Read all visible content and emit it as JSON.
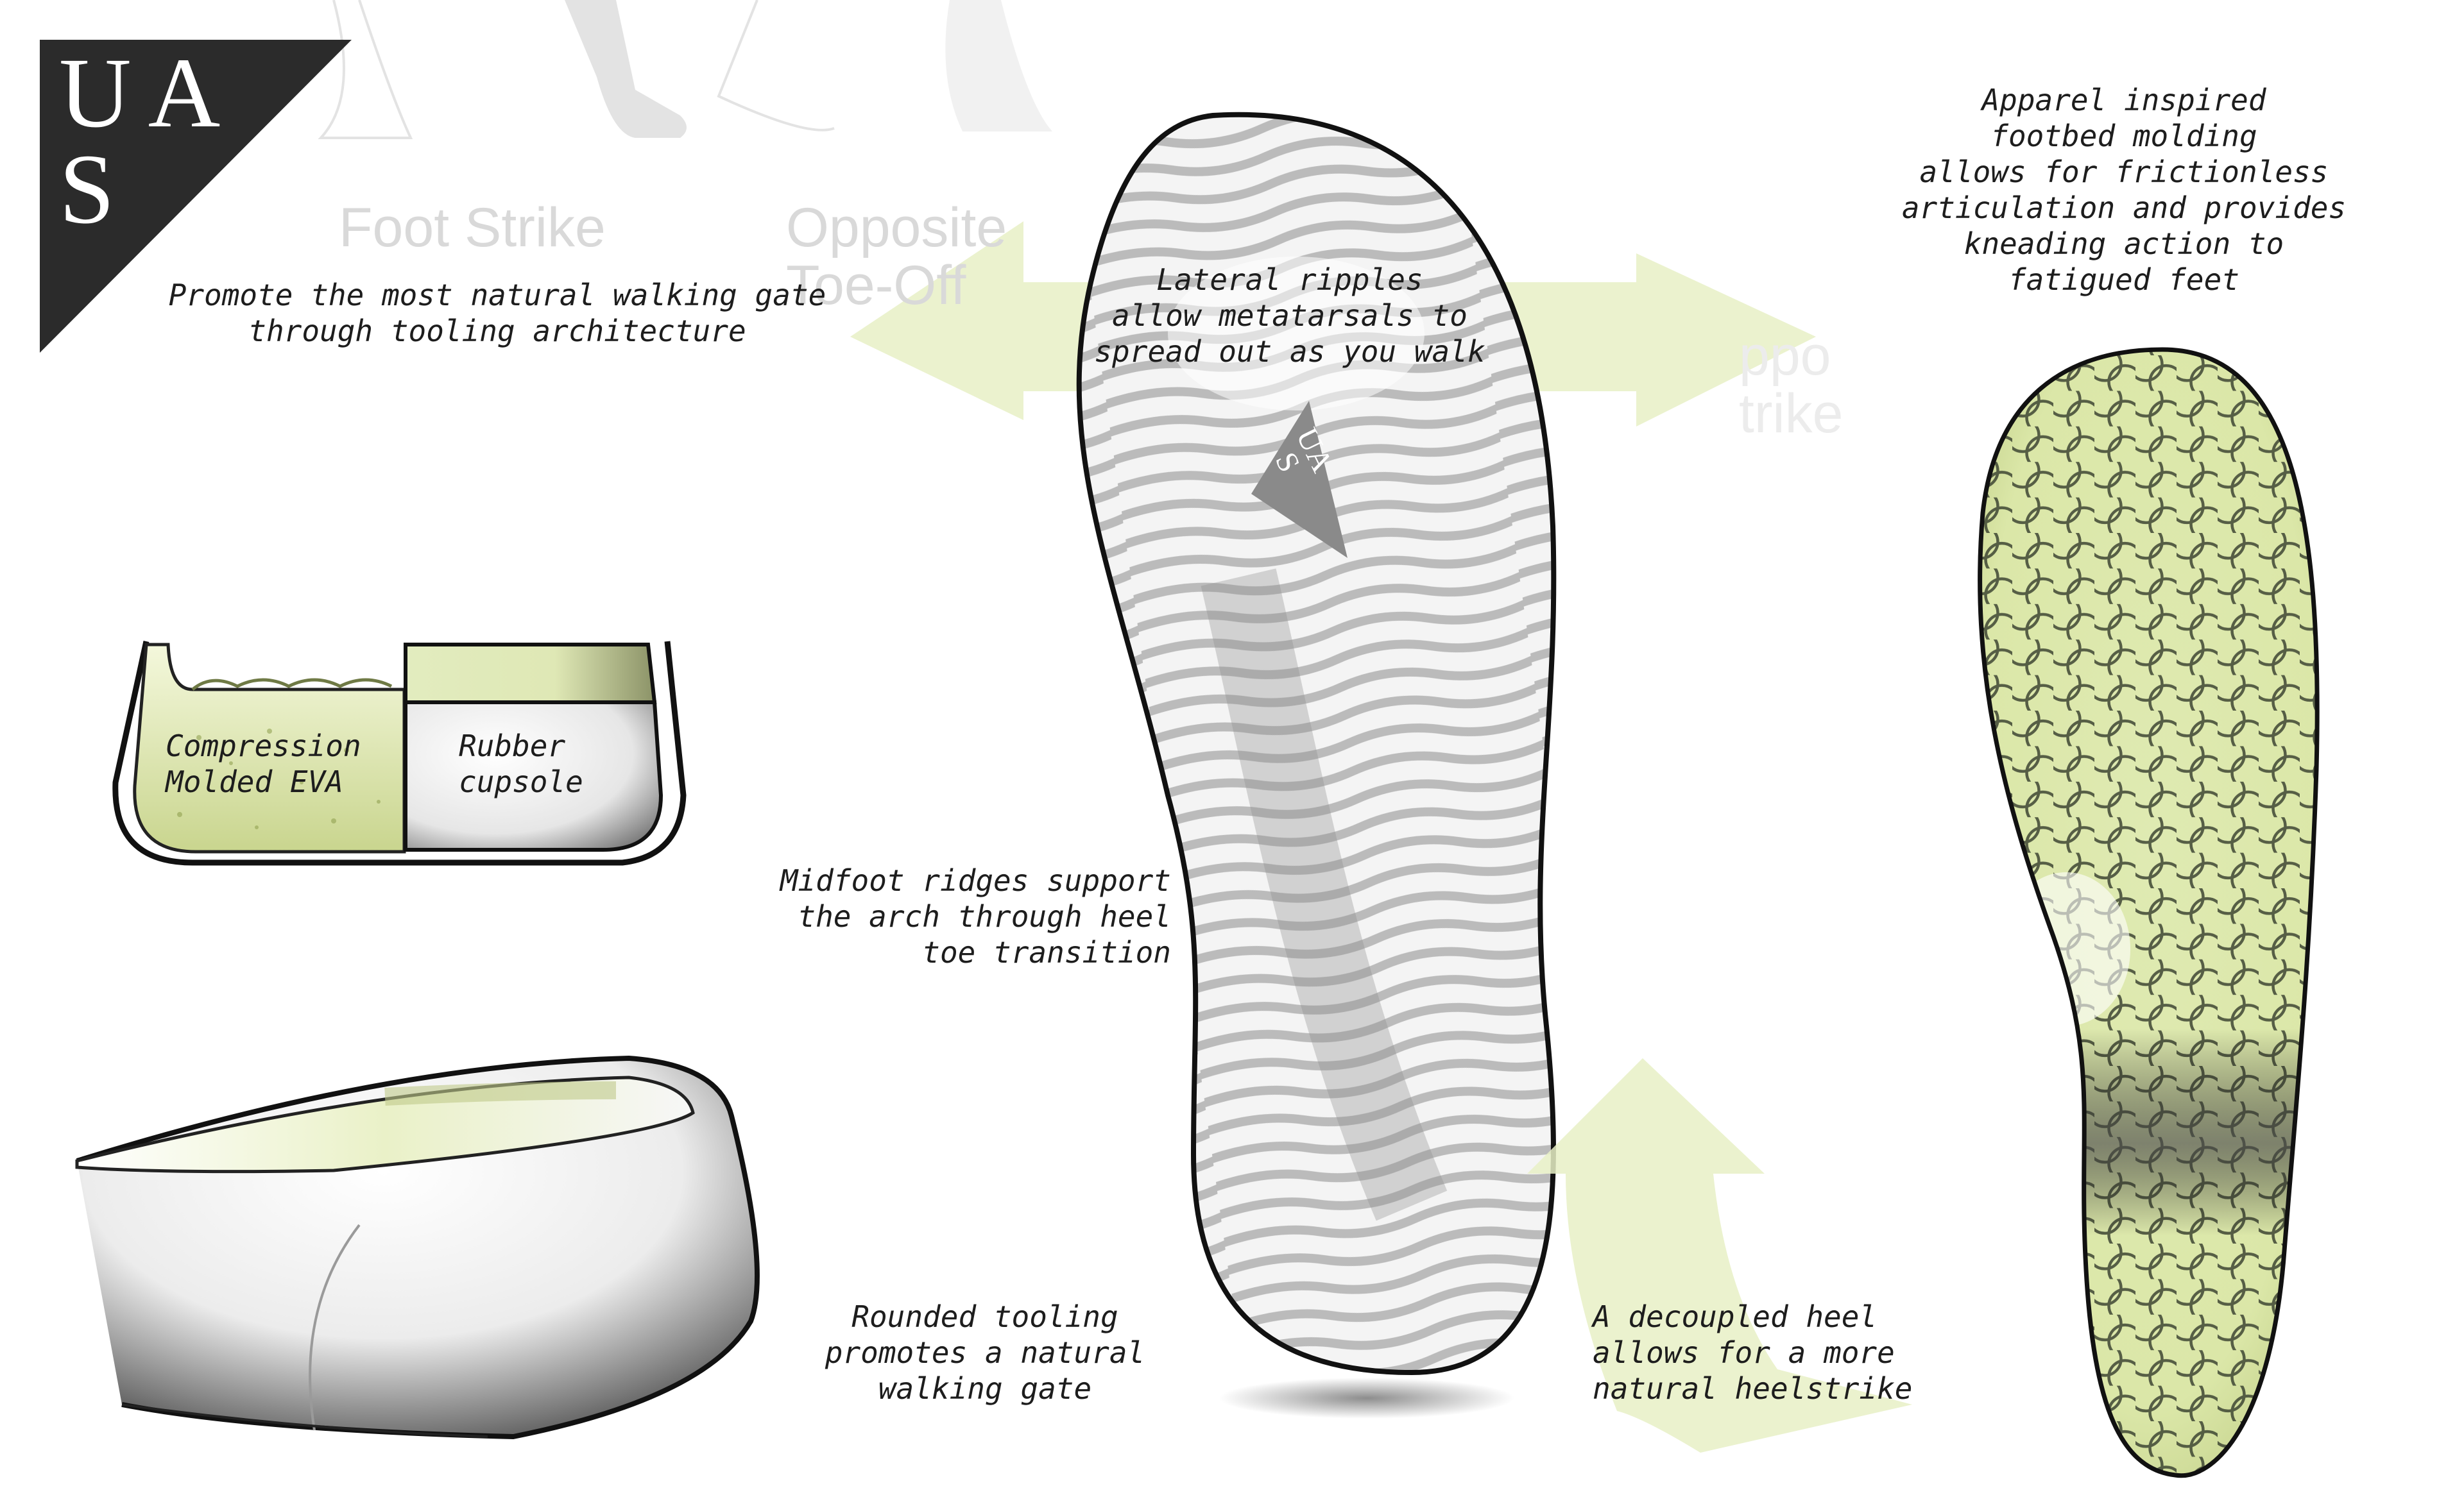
{
  "logo": {
    "line1": "UA",
    "line2": "S",
    "bg_color": "#2b2b2b"
  },
  "gait_phases": {
    "foot_strike": "Foot Strike",
    "opposite_line1": "Opposite",
    "opposite_line2": "Toe-Off",
    "partial_line1": "ppo",
    "partial_line2": "trike"
  },
  "annotations": {
    "walking_gate": [
      "Promote the most natural walking gate",
      "through tooling architecture"
    ],
    "lateral_ripples": [
      "Lateral ripples",
      "allow metatarsals to",
      "spread out as you walk"
    ],
    "apparel": [
      "Apparel inspired",
      "footbed molding",
      "allows for frictionless",
      "articulation and provides",
      "kneading action to",
      "fatigued feet"
    ],
    "midfoot": [
      "Midfoot ridges support",
      "the arch through heel",
      "toe transition"
    ],
    "rounded": [
      "Rounded tooling",
      "promotes a natural",
      "walking gate"
    ],
    "decoupled": [
      "A decoupled heel",
      "allows for a more",
      "natural heelstrike"
    ]
  },
  "cross_section": {
    "eva": [
      "Compression",
      "Molded EVA"
    ],
    "rubber": [
      "Rubber",
      "cupsole"
    ]
  },
  "insole_logo": {
    "line1": "UA",
    "line2": "S"
  },
  "colors": {
    "accent_green": "#e8f0c6",
    "dark": "#2b2b2b",
    "text": "#1d1d1d"
  }
}
